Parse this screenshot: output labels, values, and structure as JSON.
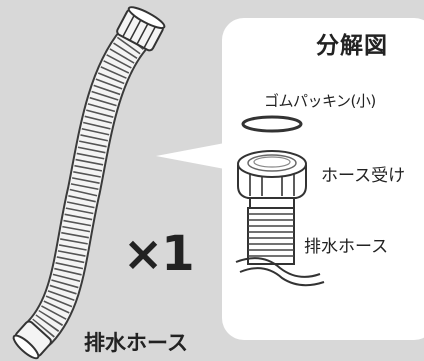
{
  "exploded_view_title": "分解図",
  "parts": {
    "packing_label": "ゴムパッキン(小)",
    "receiver_label": "ホース受け",
    "hose_label": "排水ホース"
  },
  "quantity": "×1",
  "product_label": "排水ホース",
  "colors": {
    "background": "#d8d8d8",
    "panel": "#ffffff",
    "text": "#222222"
  }
}
